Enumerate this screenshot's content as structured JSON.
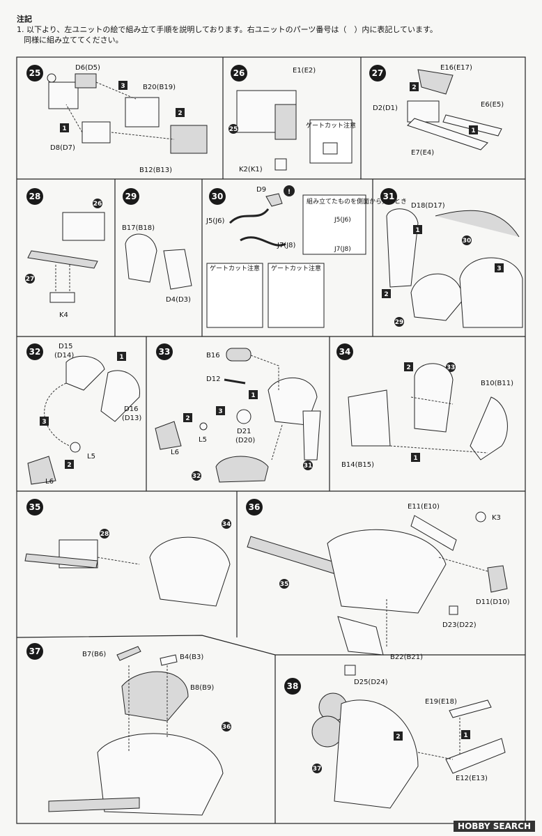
{
  "note": {
    "title": "注記",
    "line1": "1. 以下より、左ユニットの絵で組み立て手順を説明しております。右ユニットのパーツ番号は（　）内に表記しています。",
    "line2": "同様に組み立ててください。"
  },
  "steps": [
    {
      "num": "25",
      "labels": [
        "D6(D5)",
        "B20(B19)",
        "D8(D7)",
        "B12(B13)"
      ],
      "substeps": [
        "1",
        "2",
        "3"
      ]
    },
    {
      "num": "26",
      "labels": [
        "E1(E2)",
        "K2(K1)",
        "25"
      ],
      "box": "ゲートカット注意"
    },
    {
      "num": "27",
      "labels": [
        "E16(E17)",
        "D2(D1)",
        "E6(E5)",
        "E7(E4)"
      ],
      "substeps": [
        "1",
        "2"
      ]
    },
    {
      "num": "28",
      "labels": [
        "26",
        "27",
        "K4"
      ]
    },
    {
      "num": "29",
      "labels": [
        "B17(B18)",
        "D4(D3)"
      ]
    },
    {
      "num": "30",
      "labels": [
        "D9",
        "J5(J6)",
        "J7(J8)"
      ],
      "box1": "ゲートカット注意",
      "box2": "ゲートカット注意",
      "callout": "組み立てたものを側面から見たとき",
      "callout_j5": "J5(J6)",
      "callout_j7": "J7(J8)"
    },
    {
      "num": "31",
      "labels": [
        "D18(D17)",
        "30",
        "29"
      ],
      "substeps": [
        "1",
        "2",
        "3"
      ]
    },
    {
      "num": "32",
      "labels": [
        "D15",
        "(D14)",
        "D16",
        "(D13)",
        "L5",
        "L6"
      ],
      "substeps": [
        "1",
        "2",
        "3"
      ]
    },
    {
      "num": "33",
      "labels": [
        "B16",
        "D12",
        "D21",
        "(D20)",
        "L5",
        "L6",
        "32",
        "31"
      ],
      "substeps": [
        "1",
        "2",
        "3"
      ]
    },
    {
      "num": "34",
      "labels": [
        "33",
        "B10(B11)",
        "B14(B15)"
      ],
      "substeps": [
        "1",
        "2"
      ]
    },
    {
      "num": "35",
      "labels": [
        "28",
        "34"
      ]
    },
    {
      "num": "36",
      "labels": [
        "E11(E10)",
        "K3",
        "D11(D10)",
        "35",
        "D23(D22)",
        "B22(B21)",
        "D25(D24)"
      ]
    },
    {
      "num": "37",
      "labels": [
        "B7(B6)",
        "B4(B3)",
        "B8(B9)",
        "36"
      ]
    },
    {
      "num": "38",
      "labels": [
        "E19(E18)",
        "E12(E13)",
        "37"
      ],
      "substeps": [
        "1",
        "2"
      ]
    }
  ],
  "watermark": "HOBBY SEARCH"
}
